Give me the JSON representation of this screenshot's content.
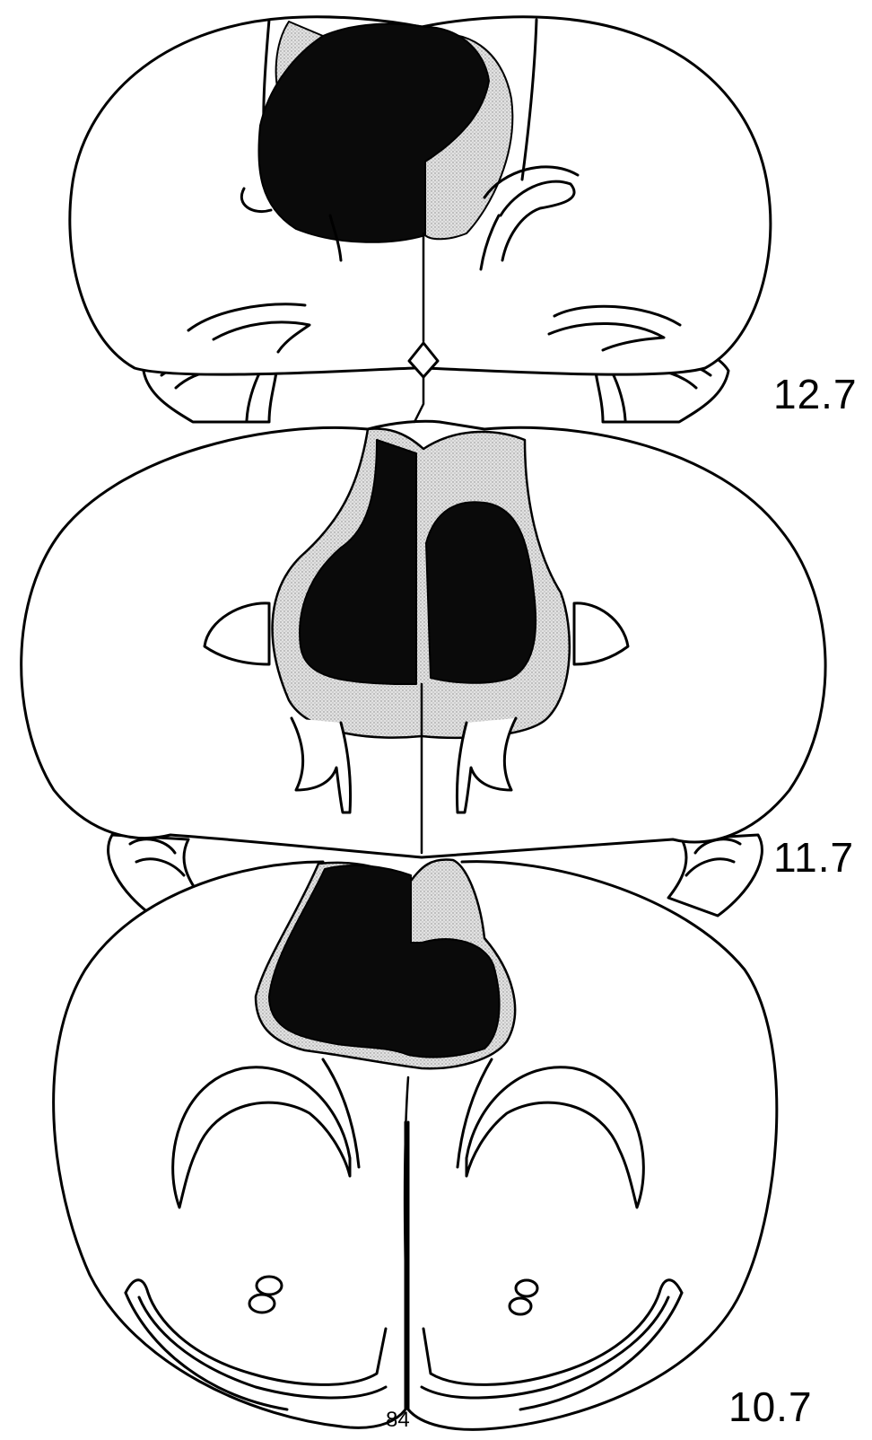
{
  "sections": [
    {
      "label": "12.7"
    },
    {
      "label": "11.7"
    },
    {
      "label": "10.7"
    }
  ],
  "page_number": "84",
  "colors": {
    "lesion_core": "#0a0a0a",
    "lesion_halo": "#cfcfcf",
    "outline": "#000000",
    "background": "#ffffff"
  }
}
